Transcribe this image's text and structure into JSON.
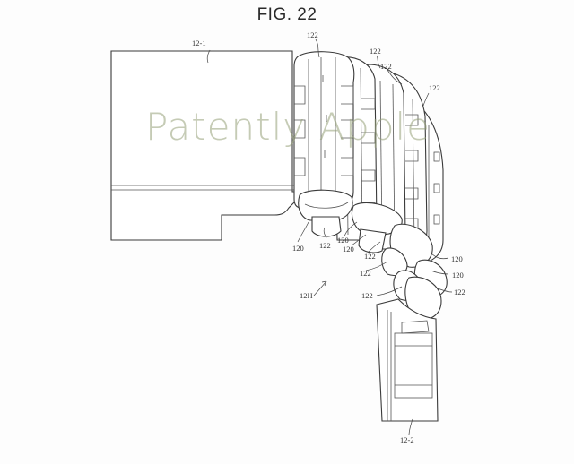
{
  "figure": {
    "title": "FIG. 22",
    "watermark": "Patently Apple"
  },
  "labels": {
    "device_top": "12-1",
    "device_bottom": "12-2",
    "hinge": "12H",
    "ref_120": "120",
    "ref_122": "122"
  },
  "colors": {
    "line": "#3a3a3a",
    "watermark": "#96a078"
  }
}
